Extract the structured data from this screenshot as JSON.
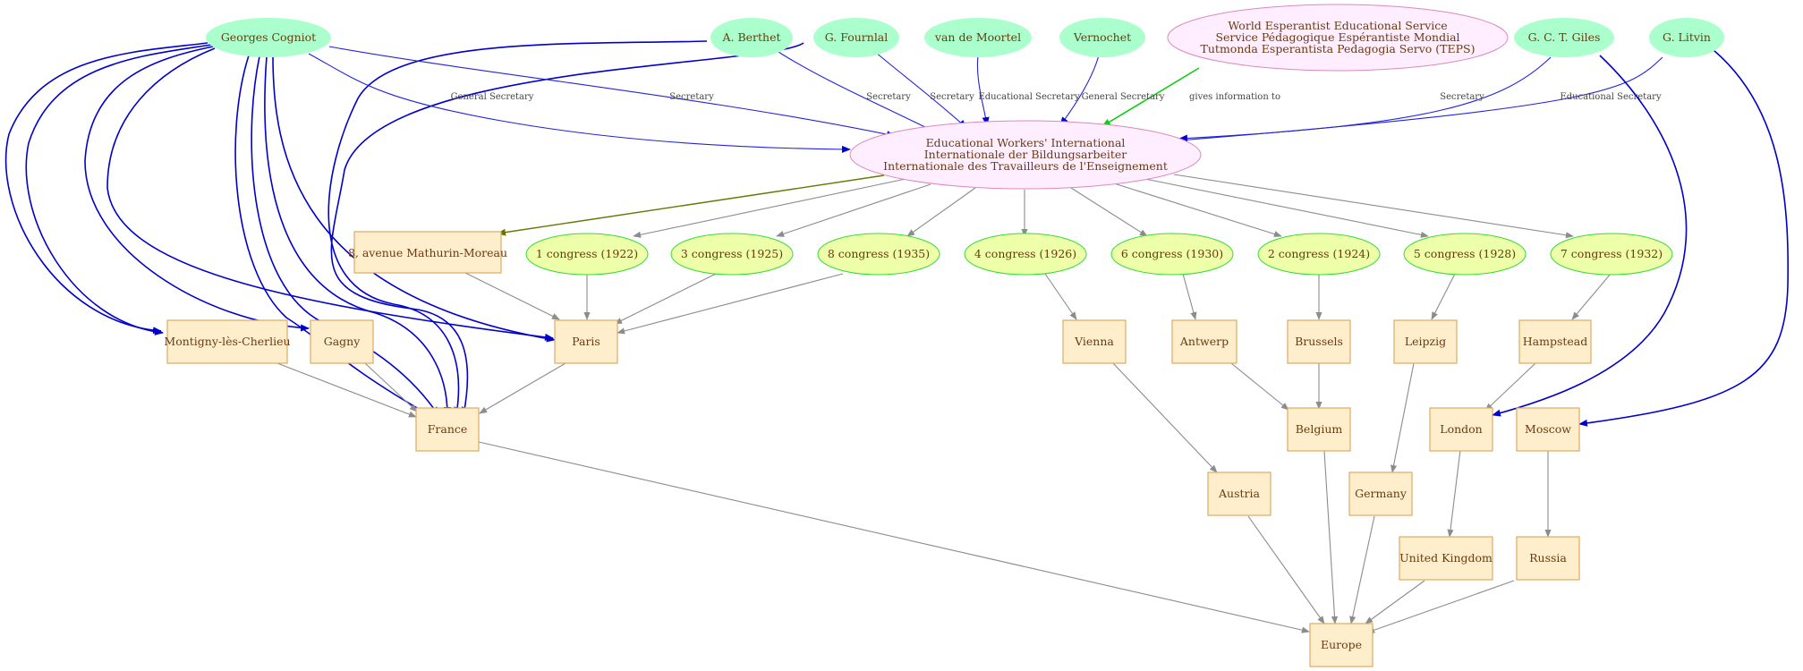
{
  "nodes": {
    "cogniot": "Georges Cogniot",
    "berthet": "A. Berthet",
    "fournlal": "G. Fournlal",
    "moortel": "van de Moortel",
    "vernochet": "Vernochet",
    "teps": [
      "World Esperantist Educational Service",
      "Service Pédagogique Espérantiste Mondial",
      "Tutmonda Esperantista Pedagogia Servo (TEPS)"
    ],
    "giles": "G. C. T. Giles",
    "litvin": "G. Litvin",
    "ewi": [
      "Educational Workers' International",
      "Internationale der Bildungsarbeiter",
      "Internationale des Travailleurs de l'Enseignement"
    ],
    "mathurin": "8, avenue Mathurin-Moreau",
    "c1": "1 congress (1922)",
    "c3": "3 congress (1925)",
    "c8": "8 congress (1935)",
    "c4": "4 congress (1926)",
    "c6": "6 congress (1930)",
    "c2": "2 congress (1924)",
    "c5": "5 congress (1928)",
    "c7": "7 congress (1932)",
    "montigny": "Montigny-lès-Cherlieu",
    "gagny": "Gagny",
    "paris": "Paris",
    "vienna": "Vienna",
    "antwerp": "Antwerp",
    "brussels": "Brussels",
    "leipzig": "Leipzig",
    "hampstead": "Hampstead",
    "france": "France",
    "belgium": "Belgium",
    "london": "London",
    "moscow": "Moscow",
    "austria": "Austria",
    "germany": "Germany",
    "uk": "United Kingdom",
    "russia": "Russia",
    "europe": "Europe"
  },
  "edge_labels": {
    "cogniot_ewi": "General Secretary",
    "cogniot_ewi2": "Secretary",
    "berthet_ewi": "Secretary",
    "fournlal_ewi": "Secretary",
    "moortel_ewi": "Educational Secretary",
    "vernochet_ewi": "General Secretary",
    "teps_ewi": "gives information to",
    "giles_ewi": "Secretary",
    "litvin_ewi": "Educational Secretary"
  }
}
